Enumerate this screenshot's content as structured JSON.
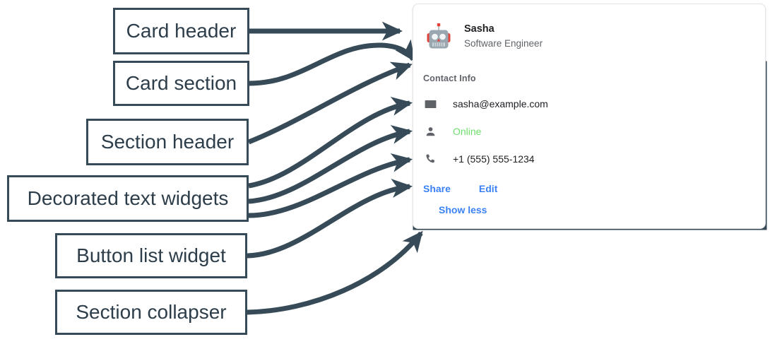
{
  "annotations": [
    {
      "id": "card-header",
      "label": "Card header"
    },
    {
      "id": "card-section",
      "label": "Card section"
    },
    {
      "id": "section-header",
      "label": "Section header"
    },
    {
      "id": "decorated-text-widgets",
      "label": "Decorated text widgets"
    },
    {
      "id": "button-list-widget",
      "label": "Button list widget"
    },
    {
      "id": "section-collapser",
      "label": "Section collapser"
    }
  ],
  "card": {
    "header": {
      "avatar_icon": "robot-avatar-icon",
      "title": "Sasha",
      "subtitle": "Software Engineer"
    },
    "section": {
      "header": "Contact Info",
      "rows": [
        {
          "icon": "email-icon",
          "text": "sasha@example.com",
          "style": "default"
        },
        {
          "icon": "person-icon",
          "text": "Online",
          "style": "online"
        },
        {
          "icon": "phone-icon",
          "text": "+1 (555) 555-1234",
          "style": "default"
        }
      ],
      "buttons": [
        {
          "label": "Share"
        },
        {
          "label": "Edit"
        }
      ],
      "collapser": "Show less"
    }
  },
  "colors": {
    "annotation": "#364a57",
    "link": "#3b82f6",
    "online": "#6ddf6d",
    "muted": "#5f6368",
    "text": "#202124"
  }
}
